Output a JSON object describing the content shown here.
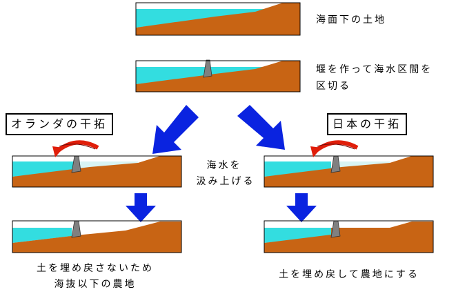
{
  "labels": {
    "step1": "海面下の土地",
    "step2_line1": "堰を作って海水区間を",
    "step2_line2": "区切る",
    "netherlands_title": "オランダの干拓",
    "japan_title": "日本の干拓",
    "pump_line1": "海水を",
    "pump_line2": "汲み上げる",
    "netherlands_result_line1": "土を埋め戻さないため",
    "netherlands_result_line2": "海抜以下の農地",
    "japan_result": "土を埋め戻して農地にする"
  },
  "colors": {
    "sea": "#33dde0",
    "land": "#c86414",
    "dam": "#808080",
    "pool": "#d8f4f4",
    "arrow_blue": "#0a23e0",
    "arrow_red": "#e01e0a",
    "outline": "#000000"
  }
}
